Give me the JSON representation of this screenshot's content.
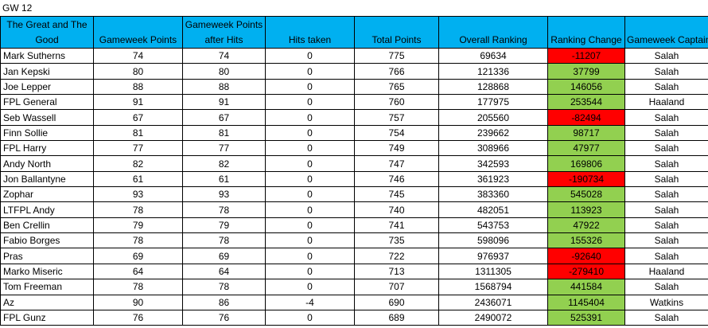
{
  "sheet": {
    "title": "GW 12"
  },
  "headers": [
    "The Great and The Good",
    "Gameweek Points",
    "Gameweek Points after Hits",
    "Hits taken",
    "Total Points",
    "Overall Ranking",
    "Ranking Change",
    "Gameweek Captain"
  ],
  "rows": [
    {
      "name": "Mark Sutherns",
      "gw": "74",
      "after": "74",
      "hits": "0",
      "total": "775",
      "rank": "69634",
      "change": "-11207",
      "captain": "Salah"
    },
    {
      "name": "Jan Kepski",
      "gw": "80",
      "after": "80",
      "hits": "0",
      "total": "766",
      "rank": "121336",
      "change": "37799",
      "captain": "Salah"
    },
    {
      "name": "Joe Lepper",
      "gw": "88",
      "after": "88",
      "hits": "0",
      "total": "765",
      "rank": "128868",
      "change": "146056",
      "captain": "Salah"
    },
    {
      "name": "FPL General",
      "gw": "91",
      "after": "91",
      "hits": "0",
      "total": "760",
      "rank": "177975",
      "change": "253544",
      "captain": "Haaland"
    },
    {
      "name": "Seb Wassell",
      "gw": "67",
      "after": "67",
      "hits": "0",
      "total": "757",
      "rank": "205560",
      "change": "-82494",
      "captain": "Salah"
    },
    {
      "name": "Finn Sollie",
      "gw": "81",
      "after": "81",
      "hits": "0",
      "total": "754",
      "rank": "239662",
      "change": "98717",
      "captain": "Salah"
    },
    {
      "name": "FPL Harry",
      "gw": "77",
      "after": "77",
      "hits": "0",
      "total": "749",
      "rank": "308966",
      "change": "47977",
      "captain": "Salah"
    },
    {
      "name": "Andy North",
      "gw": "82",
      "after": "82",
      "hits": "0",
      "total": "747",
      "rank": "342593",
      "change": "169806",
      "captain": "Salah"
    },
    {
      "name": "Jon Ballantyne",
      "gw": "61",
      "after": "61",
      "hits": "0",
      "total": "746",
      "rank": "361923",
      "change": "-190734",
      "captain": "Salah"
    },
    {
      "name": "Zophar",
      "gw": "93",
      "after": "93",
      "hits": "0",
      "total": "745",
      "rank": "383360",
      "change": "545028",
      "captain": "Salah"
    },
    {
      "name": "LTFPL Andy",
      "gw": "78",
      "after": "78",
      "hits": "0",
      "total": "740",
      "rank": "482051",
      "change": "113923",
      "captain": "Salah"
    },
    {
      "name": "Ben Crellin",
      "gw": "79",
      "after": "79",
      "hits": "0",
      "total": "741",
      "rank": "543753",
      "change": "47922",
      "captain": "Salah"
    },
    {
      "name": "Fabio Borges",
      "gw": "78",
      "after": "78",
      "hits": "0",
      "total": "735",
      "rank": "598096",
      "change": "155326",
      "captain": "Salah"
    },
    {
      "name": "Pras",
      "gw": "69",
      "after": "69",
      "hits": "0",
      "total": "722",
      "rank": "976937",
      "change": "-92640",
      "captain": "Salah"
    },
    {
      "name": "Marko Miseric",
      "gw": "64",
      "after": "64",
      "hits": "0",
      "total": "713",
      "rank": "1311305",
      "change": "-279410",
      "captain": "Haaland"
    },
    {
      "name": "Tom Freeman",
      "gw": "78",
      "after": "78",
      "hits": "0",
      "total": "707",
      "rank": "1568794",
      "change": "441584",
      "captain": "Salah"
    },
    {
      "name": "Az",
      "gw": "90",
      "after": "86",
      "hits": "-4",
      "total": "690",
      "rank": "2436071",
      "change": "1145404",
      "captain": "Watkins"
    },
    {
      "name": "FPL Gunz",
      "gw": "76",
      "after": "76",
      "hits": "0",
      "total": "689",
      "rank": "2490072",
      "change": "525391",
      "captain": "Salah"
    }
  ],
  "colors": {
    "header": "#00b0f0",
    "positive": "#92d050",
    "negative": "#ff0000"
  }
}
